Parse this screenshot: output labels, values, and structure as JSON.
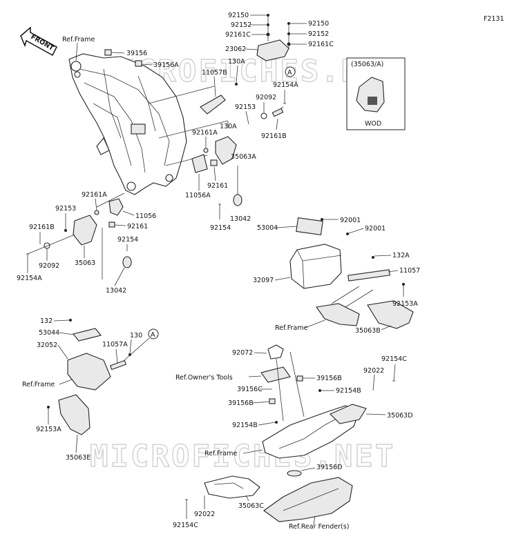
{
  "figure_code": "F2131",
  "front_label": "FRONT",
  "watermark": "MICROFICHES.NET",
  "inset": {
    "title": "(35063/A)",
    "caption": "WOD"
  },
  "callout_marker": "A",
  "labels": {
    "ref_frame": "Ref.Frame",
    "ref_owners_tools": "Ref.Owner's Tools",
    "ref_rear_fender": "Ref.Rear Fender(s)",
    "p39156": "39156",
    "p39156A": "39156A",
    "p11057B": "11057B",
    "p130A_top": "130A",
    "p92150_l": "92150",
    "p92152_l": "92152",
    "p92161C_l": "92161C",
    "p23062": "23062",
    "p92150_r": "92150",
    "p92152_r": "92152",
    "p92161C_r": "92161C",
    "p92154A_top": "92154A",
    "p92092_top": "92092",
    "p92153_top": "92153",
    "p130A_mid": "130A",
    "p92161B_top": "92161B",
    "p92161A_top": "92161A",
    "p35063A": "35063A",
    "p92161_mid": "92161",
    "p11056A": "11056A",
    "p92154_mid": "92154",
    "p13042_mid": "13042",
    "p92161A_left": "92161A",
    "p92153_left": "92153",
    "p11056": "11056",
    "p92161B_left": "92161B",
    "p92161_left": "92161",
    "p92154_left": "92154",
    "p92092_left": "92092",
    "p35063": "35063",
    "p92154A_left": "92154A",
    "p13042_left": "13042",
    "p53004": "53004",
    "p92001_a": "92001",
    "p92001_b": "92001",
    "p132A": "132A",
    "p32097": "32097",
    "p11057": "11057",
    "p92153A_r": "92153A",
    "p35063B": "35063B",
    "p132": "132",
    "p53044": "53044",
    "p32052": "32052",
    "p11057A": "11057A",
    "p130": "130",
    "p92153A_l": "92153A",
    "p35063E": "35063E",
    "p92072": "92072",
    "p39156B_a": "39156B",
    "p39156C": "39156C",
    "p39156B_b": "39156B",
    "p92154B_a": "92154B",
    "p92154B_b": "92154B",
    "p92154C_r": "92154C",
    "p92022_r": "92022",
    "p35063D": "35063D",
    "p39156D": "39156D",
    "p35063C": "35063C",
    "p92022_l": "92022",
    "p92154C_l": "92154C"
  }
}
